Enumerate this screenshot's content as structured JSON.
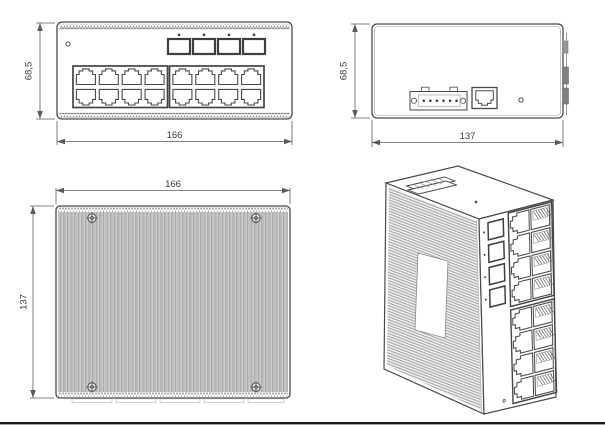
{
  "drawing": {
    "type": "mechanical-dimension-drawing",
    "subject": "industrial ethernet switch, four orthographic/isometric views",
    "colors": {
      "line": "#4a4a4a",
      "dimension": "#5a5a5a",
      "fin_dark": "#a6a6a6",
      "fin_mid": "#bdbdbd",
      "fin_gap": "#f2f2f2",
      "background": "#ffffff",
      "footer_rule": "#1a1a1a"
    },
    "views": {
      "front": {
        "label_width": "166",
        "label_height": "68,5",
        "sfp_slots": 4,
        "rj45_groups": 2,
        "rj45_ports": 16,
        "status_leds": 1
      },
      "side": {
        "label_width": "137",
        "label_height": "68,5",
        "terminal_pins": 6,
        "console_ports": 1,
        "din_clips": 3
      },
      "top": {
        "label_width": "166",
        "label_height": "137",
        "screws": 4
      },
      "isometric": {
        "sfp_slots": 4,
        "rj45_groups": 2,
        "rj45_ports": 16
      }
    }
  }
}
